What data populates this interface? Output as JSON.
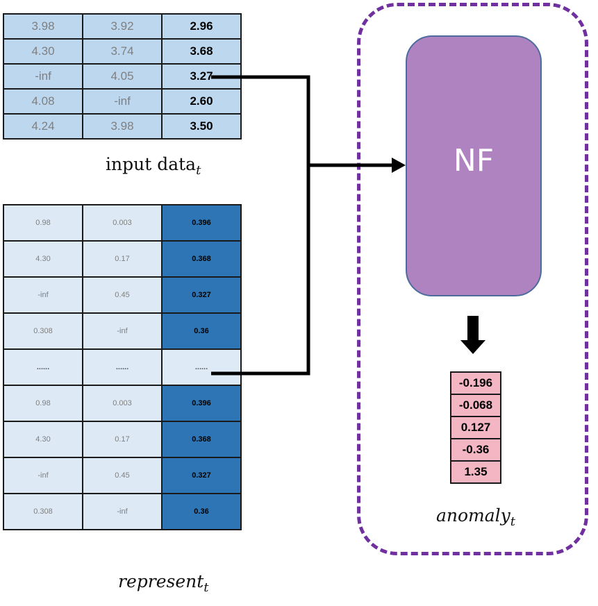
{
  "input_data": {
    "rows": [
      [
        "3.98",
        "3.92",
        "2.96"
      ],
      [
        "4.30",
        "3.74",
        "3.68"
      ],
      [
        "-inf",
        "4.05",
        "3.27"
      ],
      [
        "4.08",
        "-inf",
        "2.60"
      ],
      [
        "4.24",
        "3.98",
        "3.50"
      ]
    ],
    "caption": "input data",
    "caption_sub": "t"
  },
  "represent": {
    "rows": [
      [
        "0.98",
        "0.003",
        "0.396"
      ],
      [
        "4.30",
        "0.17",
        "0.368"
      ],
      [
        "-inf",
        "0.45",
        "0.327"
      ],
      [
        "0.308",
        "-inf",
        "0.36"
      ],
      [
        "......",
        "......",
        "......"
      ],
      [
        "0.98",
        "0.003",
        "0.396"
      ],
      [
        "4.30",
        "0.17",
        "0.368"
      ],
      [
        "-inf",
        "0.45",
        "0.327"
      ],
      [
        "0.308",
        "-inf",
        "0.36"
      ]
    ],
    "caption": "represent",
    "caption_sub": "t"
  },
  "model": {
    "label": "NF"
  },
  "anomaly": {
    "values": [
      "-0.196",
      "-0.068",
      "0.127",
      "-0.36",
      "1.35"
    ],
    "caption": "anomaly",
    "caption_sub": "t"
  },
  "colors": {
    "input_cell": "#bdd7ee",
    "represent_light": "#dde9f5",
    "represent_dark": "#2e75b6",
    "nf_fill": "#ae83c0",
    "container_border": "#7030a0",
    "anomaly_cell": "#f4b6c2"
  }
}
